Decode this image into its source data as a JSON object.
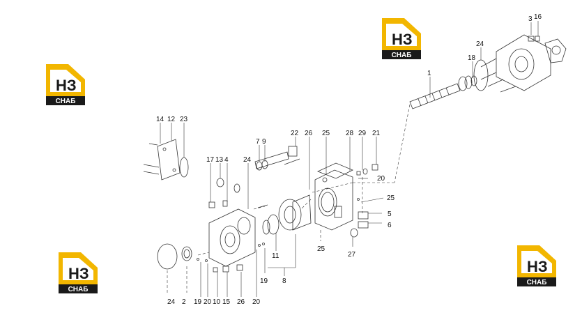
{
  "colors": {
    "logo_yellow": "#f2b600",
    "logo_black": "#1a1a1a",
    "logo_white": "#ffffff",
    "line": "#333333"
  },
  "logo": {
    "mark": "НЗ",
    "caption": "СНАБ"
  },
  "callouts": [
    {
      "id": "c1",
      "text": "1"
    },
    {
      "id": "c3",
      "text": "3"
    },
    {
      "id": "c16",
      "text": "16"
    },
    {
      "id": "c24a",
      "text": "24"
    },
    {
      "id": "c18",
      "text": "18"
    },
    {
      "id": "c14",
      "text": "14"
    },
    {
      "id": "c12",
      "text": "12"
    },
    {
      "id": "c23",
      "text": "23"
    },
    {
      "id": "c7",
      "text": "7"
    },
    {
      "id": "c9",
      "text": "9"
    },
    {
      "id": "c22",
      "text": "22"
    },
    {
      "id": "c26a",
      "text": "26"
    },
    {
      "id": "c25a",
      "text": "25"
    },
    {
      "id": "c28",
      "text": "28"
    },
    {
      "id": "c29",
      "text": "29"
    },
    {
      "id": "c21",
      "text": "21"
    },
    {
      "id": "c17",
      "text": "17"
    },
    {
      "id": "c13",
      "text": "13"
    },
    {
      "id": "c4",
      "text": "4"
    },
    {
      "id": "c24b",
      "text": "24"
    },
    {
      "id": "c20a",
      "text": "20"
    },
    {
      "id": "c25b",
      "text": "25"
    },
    {
      "id": "c5",
      "text": "5"
    },
    {
      "id": "c6",
      "text": "6"
    },
    {
      "id": "c25c",
      "text": "25"
    },
    {
      "id": "c27",
      "text": "27"
    },
    {
      "id": "c11",
      "text": "11"
    },
    {
      "id": "c19a",
      "text": "19"
    },
    {
      "id": "c8",
      "text": "8"
    },
    {
      "id": "c24c",
      "text": "24"
    },
    {
      "id": "c2",
      "text": "2"
    },
    {
      "id": "c19b",
      "text": "19"
    },
    {
      "id": "c20b",
      "text": "20"
    },
    {
      "id": "c10",
      "text": "10"
    },
    {
      "id": "c15",
      "text": "15"
    },
    {
      "id": "c26b",
      "text": "26"
    },
    {
      "id": "c20c",
      "text": "20"
    }
  ]
}
